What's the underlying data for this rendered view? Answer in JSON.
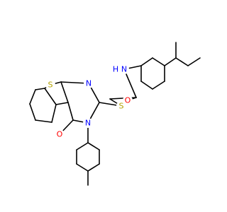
{
  "atoms": {
    "S_thiophene": {
      "label": "S",
      "color": "#b3a100"
    },
    "N_ring_top": {
      "label": "N",
      "color": "#0000ff"
    },
    "N_ring_bottom": {
      "label": "N",
      "color": "#0000ff"
    },
    "O_ring": {
      "label": "O",
      "color": "#ff0000"
    },
    "S_thioether": {
      "label": "S",
      "color": "#b3a100"
    },
    "O_amide": {
      "label": "O",
      "color": "#ff0000"
    },
    "N_amide": {
      "label": "N",
      "color": "#0000ff"
    },
    "H_amide": {
      "label": "H",
      "color": "#0000ff"
    }
  }
}
